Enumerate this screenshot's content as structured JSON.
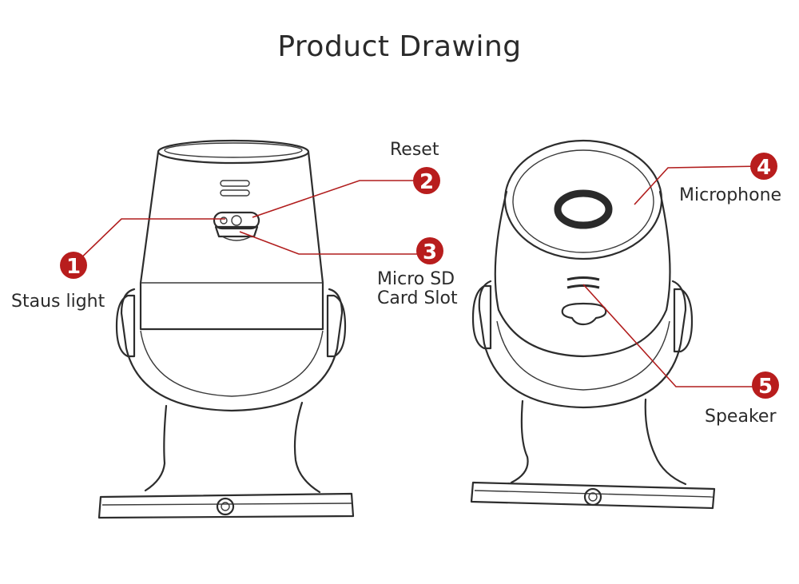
{
  "title": "Product Drawing",
  "colors": {
    "accent": "#b81d1d",
    "ink": "#2d2d2d",
    "background": "#ffffff"
  },
  "callouts": [
    {
      "number": "1",
      "label": "Staus light"
    },
    {
      "number": "2",
      "label": "Reset"
    },
    {
      "number": "3",
      "label": "Micro SD",
      "label_line2": "Card Slot"
    },
    {
      "number": "4",
      "label": "Microphone"
    },
    {
      "number": "5",
      "label": "Speaker"
    }
  ]
}
